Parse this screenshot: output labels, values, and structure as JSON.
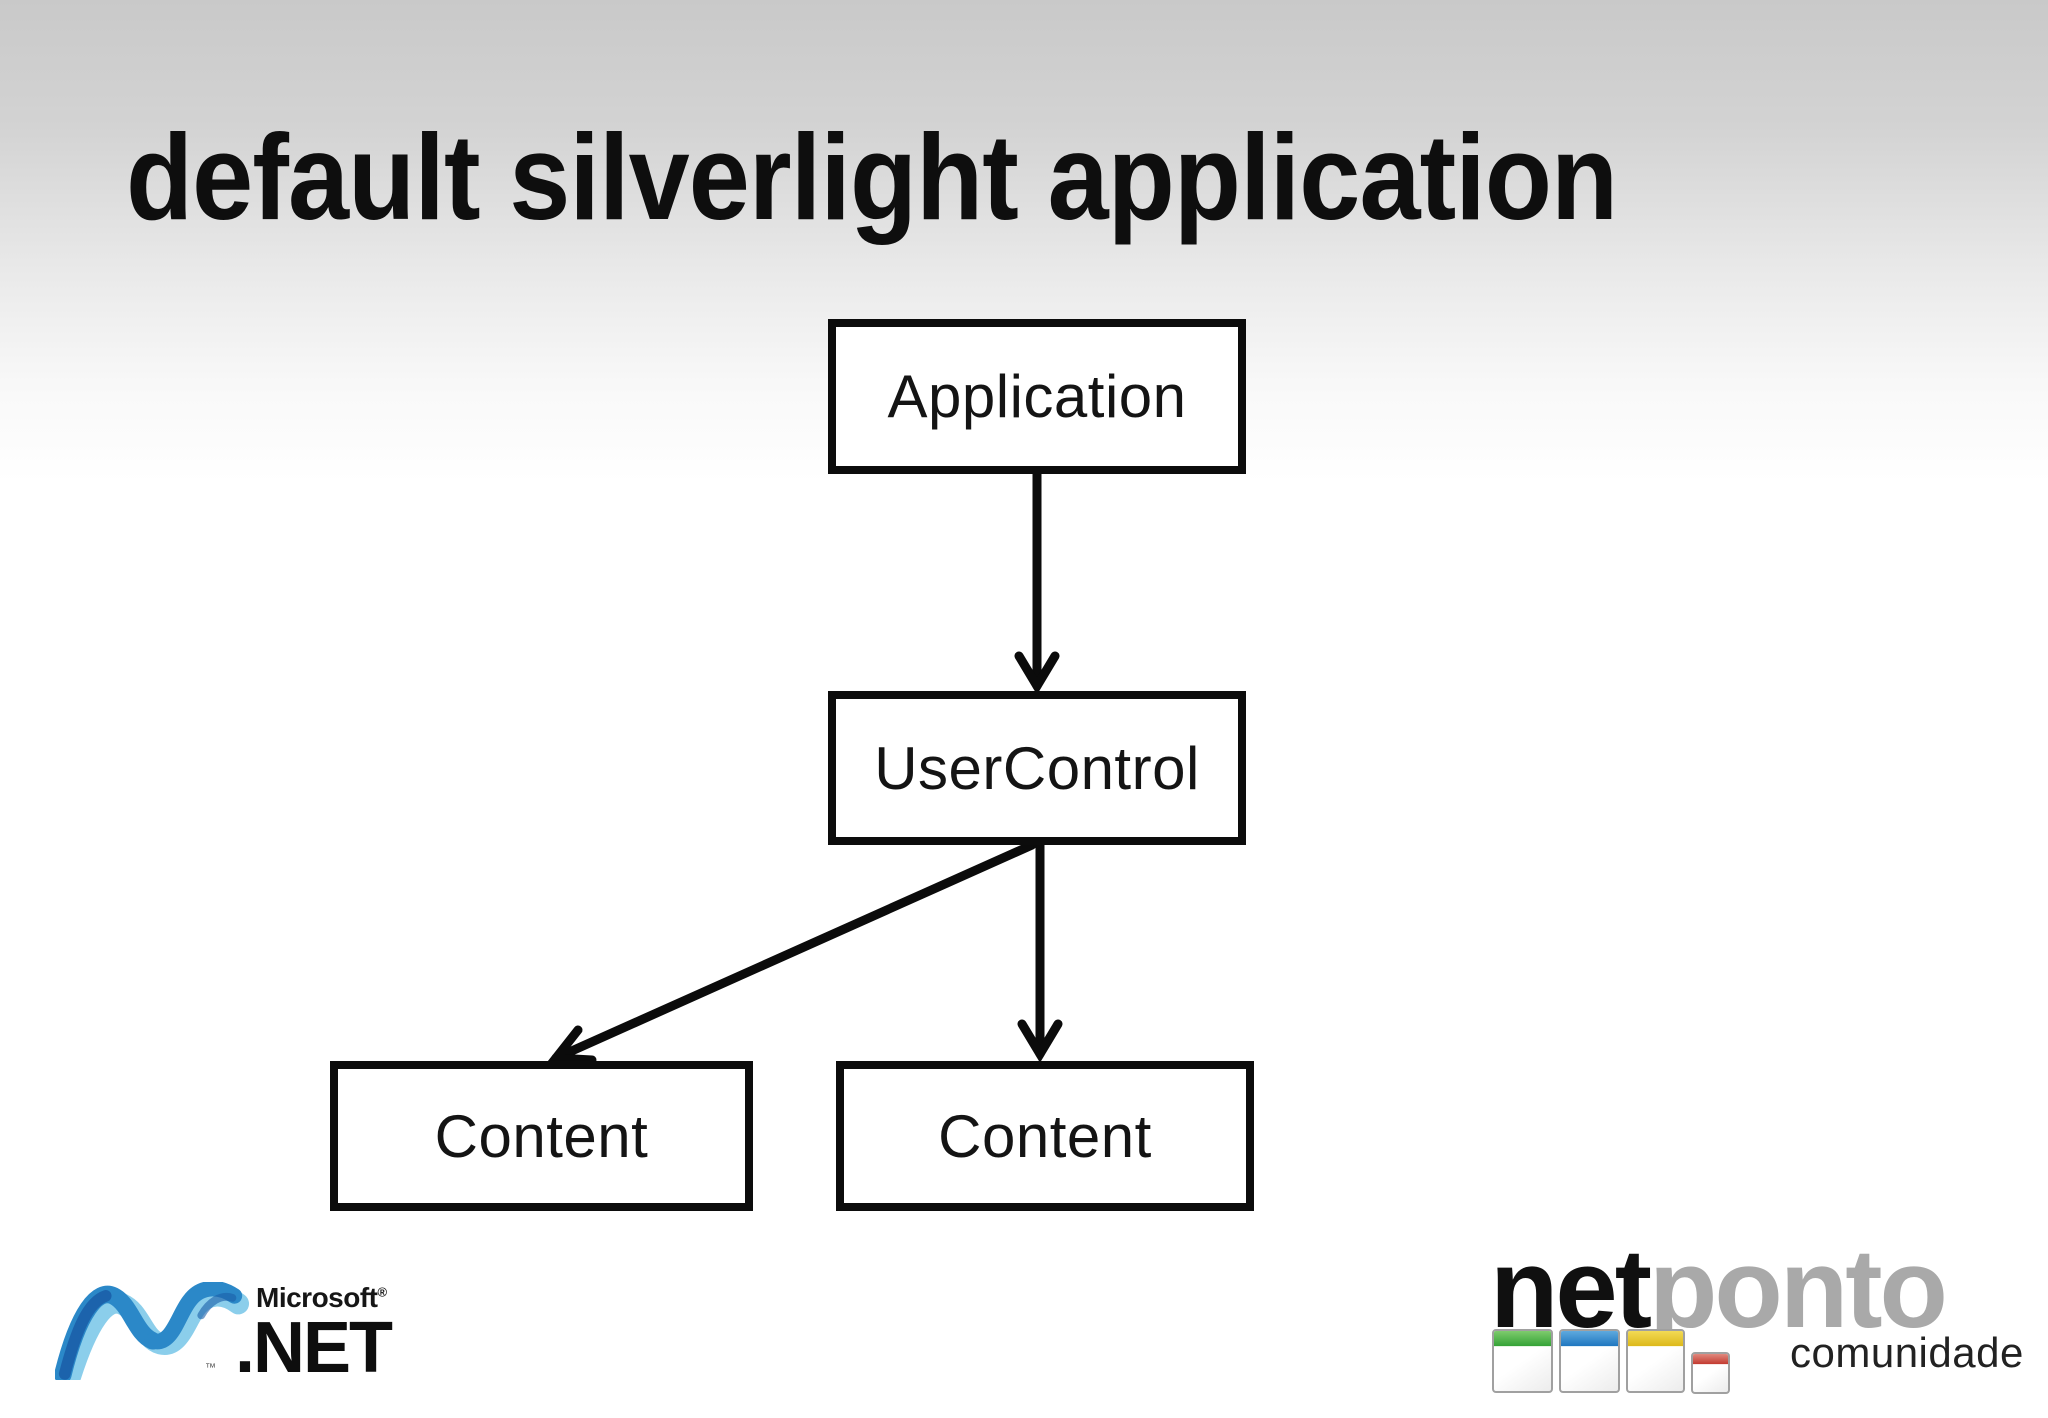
{
  "slide": {
    "title": "default silverlight application"
  },
  "diagram": {
    "nodes": [
      {
        "id": "application",
        "label": "Application"
      },
      {
        "id": "usercontrol",
        "label": "UserControl"
      },
      {
        "id": "content_left",
        "label": "Content"
      },
      {
        "id": "content_right",
        "label": "Content"
      }
    ],
    "edges": [
      {
        "from": "application",
        "to": "usercontrol"
      },
      {
        "from": "usercontrol",
        "to": "content_left"
      },
      {
        "from": "usercontrol",
        "to": "content_right"
      }
    ]
  },
  "logos": {
    "dotnet": {
      "brand": "Microsoft",
      "registered": "®",
      "product": ".NET",
      "trademark": "™"
    },
    "netponto": {
      "name_black": "net",
      "name_gray": "ponto",
      "subtitle": "comunidade"
    }
  },
  "colors": {
    "background_top": "#c9c9c9",
    "background_bottom": "#ffffff",
    "box_border": "#0c0c0c",
    "arrow": "#0b0b0b",
    "swoosh_dark_blue": "#1b5fa8",
    "swoosh_mid_blue": "#2b88c8",
    "swoosh_light_blue": "#64bee4",
    "netponto_gray": "#a9a9a9",
    "win_green": "#35a336",
    "win_blue": "#1f77c0",
    "win_yellow": "#ddb91a",
    "win_red": "#c23a30"
  }
}
